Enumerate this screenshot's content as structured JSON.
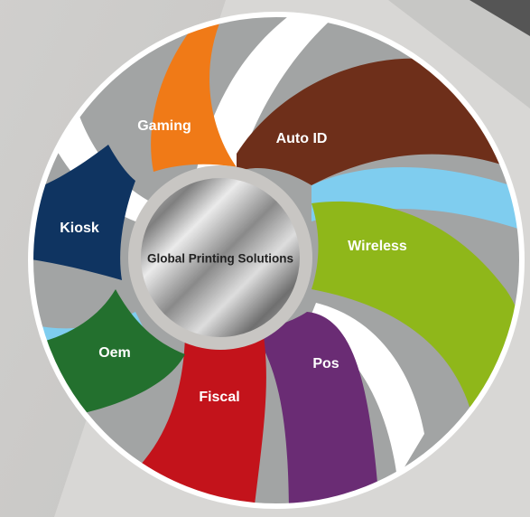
{
  "center": {
    "title": "Global Printing Solutions"
  },
  "segments": [
    {
      "id": "auto-id",
      "label": "Auto ID",
      "color": "#6e2f1a"
    },
    {
      "id": "wireless",
      "label": "Wireless",
      "color": "#8fb71a"
    },
    {
      "id": "pos",
      "label": "Pos",
      "color": "#6a2c74"
    },
    {
      "id": "fiscal",
      "label": "Fiscal",
      "color": "#c3131b"
    },
    {
      "id": "oem",
      "label": "Oem",
      "color": "#23702e"
    },
    {
      "id": "kiosk",
      "label": "Kiosk",
      "color": "#0f3461"
    },
    {
      "id": "gaming",
      "label": "Gaming",
      "color": "#f07a17"
    }
  ],
  "colors": {
    "background": "#d8d7d5",
    "wheel_fill": "#a2a4a4",
    "ring": "#ffffff",
    "accent_light_blue": "#7fcdef",
    "hub_ring": "#c8c6c3"
  }
}
